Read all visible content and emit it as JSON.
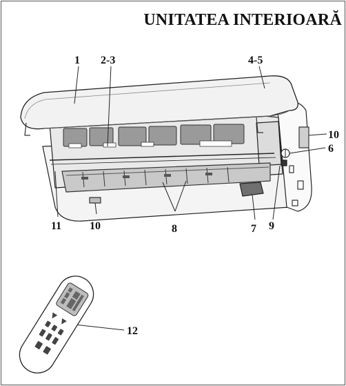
{
  "title": "UNITATEA INTERIOARĂ",
  "callouts": {
    "c1": "1",
    "c2": "2-3",
    "c3": "4-5",
    "c4": "10",
    "c5": "6",
    "c6": "11",
    "c7": "10",
    "c8": "8",
    "c9": "7",
    "c10": "9",
    "c11": "12"
  }
}
